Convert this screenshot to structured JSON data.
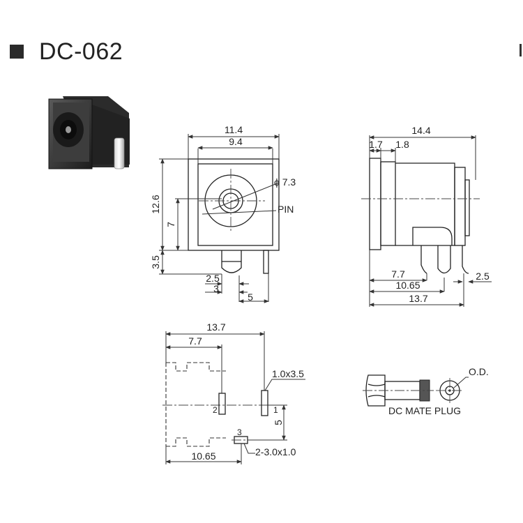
{
  "title": "DC-062",
  "front_view": {
    "width_outer": "11.4",
    "width_inner": "9.4",
    "hole_diameter": "ϕ 7.3",
    "pin_label": "PIN",
    "height_total": "12.6",
    "height_center": "7",
    "pin_length": "3.5",
    "pin_spacing_a": "2.5",
    "pin_spacing_b": "3",
    "pin_spacing_c": "5"
  },
  "side_view": {
    "length_total": "14.4",
    "flange_a": "1.7",
    "flange_b": "1.8",
    "pin1_offset": "7.7",
    "pin2_offset": "10.65",
    "pin3_offset": "13.7",
    "pin_width": "2.5"
  },
  "pcb_layout": {
    "length_total": "13.7",
    "pin_offset_a": "7.7",
    "slot_1_size": "1.0x3.5",
    "pin_1_label": "1",
    "pin_2_label": "2",
    "pin_3_label": "3",
    "vertical_offset": "5",
    "pin_offset_b": "10.65",
    "slot_23_size": "2-3.0x1.0"
  },
  "mate_plug": {
    "label": "DC MATE PLUG",
    "od_label": "O.D."
  }
}
